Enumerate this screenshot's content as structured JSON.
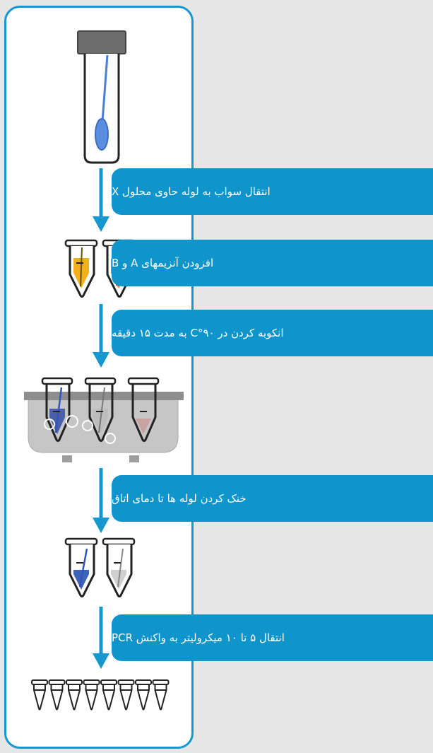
{
  "colors": {
    "accent": "#0f95cc",
    "panel_border": "#1797cf",
    "background": "#e6e6e6",
    "reagent_a": "#f2b01e",
    "reagent_b": "#e8762b",
    "swab": "#4a7fd6",
    "bath": "#c8c8c8"
  },
  "steps": [
    {
      "label": "انتقال سواب به لوله حاوی محلول X"
    },
    {
      "label": "افزودن آنزیمهای A و B"
    },
    {
      "label": "انکوبه کردن در ۹۰°C به مدت ۱۵ دقیقه"
    },
    {
      "label": "خنک کردن لوله ها تا دمای اتاق"
    },
    {
      "label": "انتقال ۵ تا ۱۰ میکرولیتر به واکنش PCR"
    }
  ],
  "icons": [
    "sample-tube-icon",
    "reagent-tubes-icon",
    "heat-bath-icon",
    "cooled-tubes-icon",
    "pcr-strip-icon"
  ]
}
